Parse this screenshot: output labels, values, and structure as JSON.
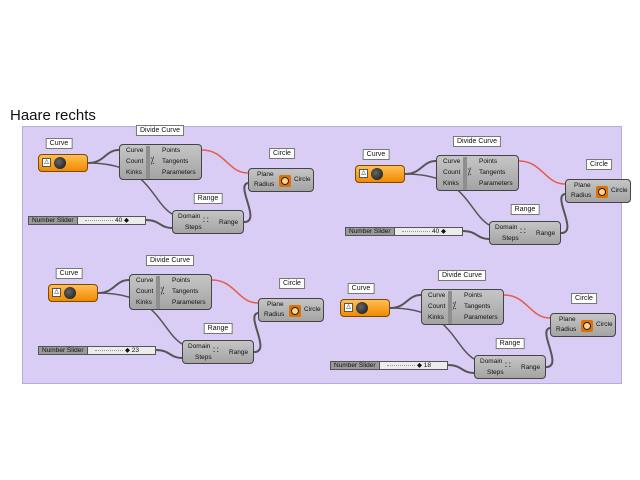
{
  "page_title": "Haare rechts",
  "colors": {
    "canvas": "#d9cdf6",
    "param_orange": "#f08a00",
    "wire": "#555555",
    "wire_highlight": "#e85a4a"
  },
  "groups": [
    {
      "curve_label": "Curve",
      "divide_label": "Divide Curve",
      "circle_label": "Circle",
      "range_label": "Range",
      "divide": {
        "inputs": [
          "Curve",
          "Count",
          "Kinks"
        ],
        "outputs": [
          "Points",
          "Tangents",
          "Parameters"
        ]
      },
      "circle": {
        "inputs": [
          "Plane",
          "Radius"
        ],
        "output": "Circle"
      },
      "range": {
        "inputs": [
          "Domain",
          "Steps"
        ],
        "output": "Range"
      },
      "slider": {
        "name": "Number Slider",
        "value": "40 ◆"
      }
    },
    {
      "curve_label": "Curve",
      "divide_label": "Divide Curve",
      "circle_label": "Circle",
      "range_label": "Range",
      "divide": {
        "inputs": [
          "Curve",
          "Count",
          "Kinks"
        ],
        "outputs": [
          "Points",
          "Tangents",
          "Parameters"
        ]
      },
      "circle": {
        "inputs": [
          "Plane",
          "Radius"
        ],
        "output": "Circle"
      },
      "range": {
        "inputs": [
          "Domain",
          "Steps"
        ],
        "output": "Range"
      },
      "slider": {
        "name": "Number Slider",
        "value": "40 ◆"
      }
    },
    {
      "curve_label": "Curve",
      "divide_label": "Divide Curve",
      "circle_label": "Circle",
      "range_label": "Range",
      "divide": {
        "inputs": [
          "Curve",
          "Count",
          "Kinks"
        ],
        "outputs": [
          "Points",
          "Tangents",
          "Parameters"
        ]
      },
      "circle": {
        "inputs": [
          "Plane",
          "Radius"
        ],
        "output": "Circle"
      },
      "range": {
        "inputs": [
          "Domain",
          "Steps"
        ],
        "output": "Range"
      },
      "slider": {
        "name": "Number Slider",
        "value": "◆ 23"
      }
    },
    {
      "curve_label": "Curve",
      "divide_label": "Divide Curve",
      "circle_label": "Circle",
      "range_label": "Range",
      "divide": {
        "inputs": [
          "Curve",
          "Count",
          "Kinks"
        ],
        "outputs": [
          "Points",
          "Tangents",
          "Parameters"
        ]
      },
      "circle": {
        "inputs": [
          "Plane",
          "Radius"
        ],
        "output": "Circle"
      },
      "range": {
        "inputs": [
          "Domain",
          "Steps"
        ],
        "output": "Range"
      },
      "slider": {
        "name": "Number Slider",
        "value": "◆ 18"
      }
    }
  ]
}
